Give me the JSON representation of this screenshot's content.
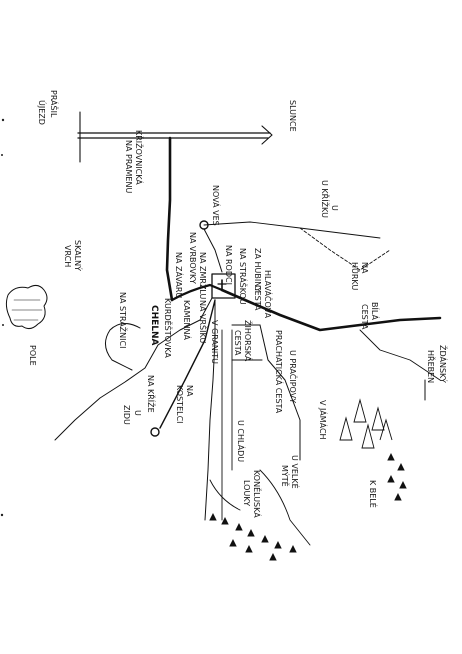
{
  "map": {
    "labels": {
      "prasil": "PRÁŠIL",
      "ujezd": "ÚJEZD",
      "slunce": "SLUNCE",
      "krizovnicka_1": "KŘIŽOVNICKÁ",
      "krizovnicka_2": "NA PRAMENU",
      "skalny_vrch_1": "SKALNÝ",
      "skalny_vrch_2": "VRCH",
      "nova_ves": "NOVÁ VES",
      "u_krizku_1": "U",
      "u_krizku_2": "U KŘÍŽKU",
      "na_vrbovky": "NA VRBOVKY",
      "na_zavaru": "NA ZÁVARU",
      "na_zmrzlu": "NA ZMRZLU",
      "na_straskou": "NA STRÁŠKOU",
      "na_rodci": "NA RODCI",
      "za_hubiny": "ZA HUBINY",
      "na_straznici": "NA STRAŽNICI",
      "chelna": "CHELNA",
      "kurdestovka": "KURDĚŠTOVKA",
      "kamenna": "KAMENNÁ",
      "na_vrsiku": "NA VRŠÍKU",
      "hlavacova_1": "HLAVÁČOVA",
      "hlavacova_2": "CESTA",
      "na_hurku_1": "NA",
      "na_hurku_2": "HŮRKU",
      "bila_cesta_1": "BÍLÁ",
      "bila_cesta_2": "CESTA",
      "zdansky_1": "ŽDÁNSKÝ",
      "zdansky_2": "HŘEBEN",
      "pole": "POLE",
      "u_zidu_1": "U",
      "u_zidu_2": "ZIDU",
      "na_krize": "NA KŘÍŽE",
      "na_kostelci_1": "NA",
      "na_kostelci_2": "KOSTELCI",
      "u_granitu": "V GRANITU",
      "zihorska_1": "ŽIHORSKÁ",
      "zihorska_2": "CESTA",
      "prachaticka_1": "PRACHATICKÁ CESTA",
      "prachaticka_2": "U PRAČIPOVY",
      "v_jamach": "V JÁMÁCH",
      "u_chladu": "U CHLÁDU",
      "koneluska_1": "KONĚLUSKÁ",
      "koneluska_2": "LOUKY",
      "u_velke_1": "U VELKÉ",
      "u_velke_2": "MÝTĚ",
      "k_bele": "K BELÉ"
    }
  }
}
